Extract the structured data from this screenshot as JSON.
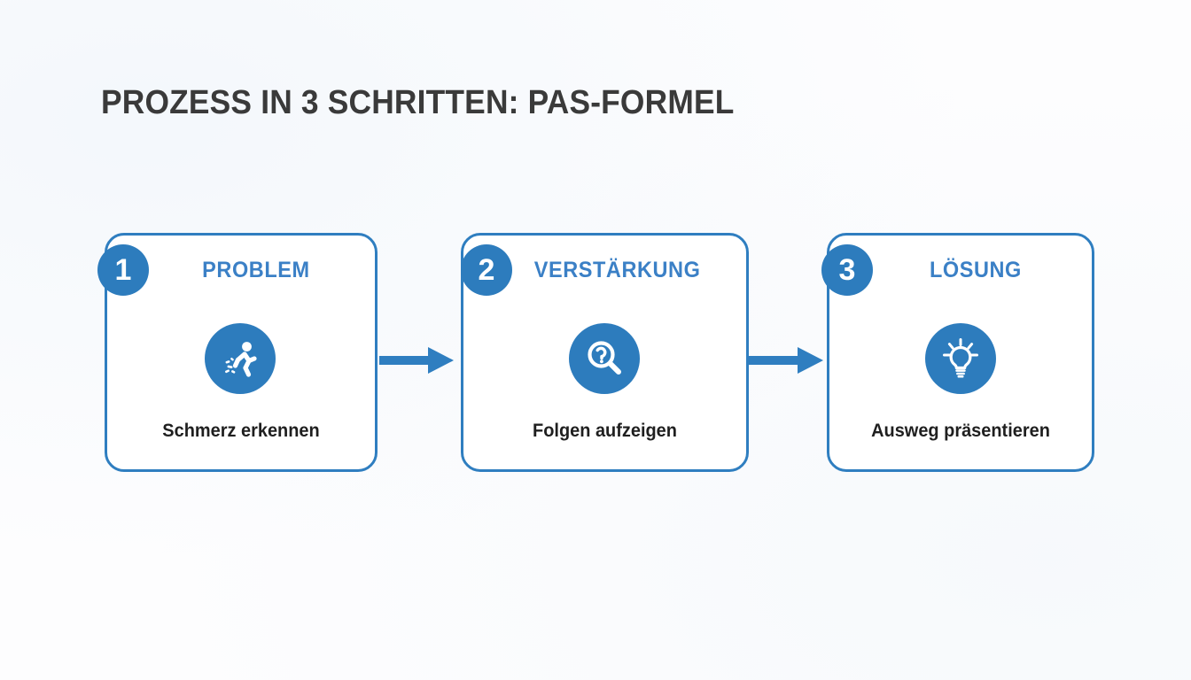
{
  "slide": {
    "title": "PROZESS IN 3 SCHRITTEN: PAS-FORMEL",
    "accent_color": "#2d7cbd",
    "heading_color": "#3b80c6",
    "title_color": "#3a3a3a",
    "background_color": "#fdfdfe"
  },
  "steps": [
    {
      "number": "1",
      "heading": "PROBLEM",
      "caption": "Schmerz erkennen",
      "icon": "running-person-pain-icon"
    },
    {
      "number": "2",
      "heading": "VERSTÄRKUNG",
      "caption": "Folgen aufzeigen",
      "icon": "magnifier-question-icon"
    },
    {
      "number": "3",
      "heading": "LÖSUNG",
      "caption": "Ausweg präsentieren",
      "icon": "lightbulb-icon"
    }
  ],
  "connectors": [
    {
      "name": "arrow-step1-to-step2",
      "direction": "right"
    },
    {
      "name": "arrow-step2-to-step3",
      "direction": "right"
    }
  ]
}
